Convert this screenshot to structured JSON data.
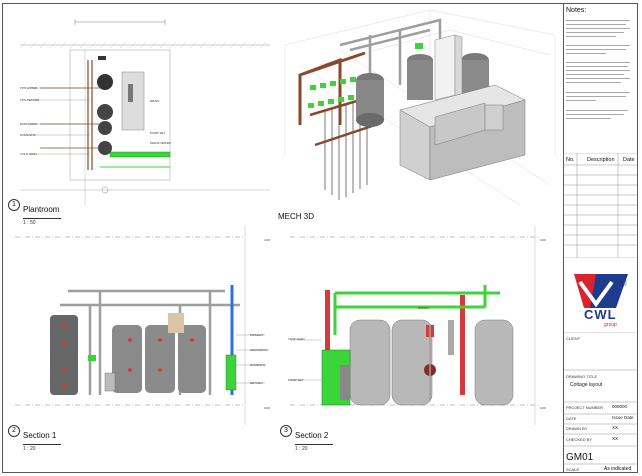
{
  "notes": {
    "title": "Notes:"
  },
  "revision_table": {
    "headers": [
      "No.",
      "Description",
      "Date"
    ]
  },
  "views": [
    {
      "num": "1",
      "name": "Plantroom",
      "scale": "1 : 50"
    },
    {
      "name": "MECH 3D"
    },
    {
      "num": "2",
      "name": "Section 1",
      "scale": "1 : 20"
    },
    {
      "num": "3",
      "name": "Section 2",
      "scale": "1 : 20"
    }
  ],
  "section_marker": "4.00",
  "level_marker": "0.00",
  "plan_labels": [
    "TPS WATER",
    "TPS RETURN",
    "EXPANSION",
    "DOMESTIC",
    "COLD MAIN",
    "DRAIN",
    "PUMP SET",
    "MAINS WATER"
  ],
  "sec1_labels": [
    "PRIMARY",
    "SECONDARY",
    "DOMESTIC",
    "RETURN"
  ],
  "sec2_labels": [
    "TANK FEED",
    "PUMP SET",
    "SUPPLY"
  ],
  "titleblock": {
    "logo_text": "CWL",
    "logo_sub": "group",
    "client_label": "CLIENT",
    "drawing_title_label": "DRAWING TITLE",
    "drawing_title": "Cottage layout",
    "project_label": "PROJECT NUMBER",
    "project_value": "000000",
    "date_label": "DATE",
    "date_value": "Issue Date",
    "drawn_label": "DRAWN BY",
    "drawn_value": "XX",
    "checked_label": "CHECKED BY",
    "checked_value": "XX",
    "sheet_number": "GM01",
    "scale_label": "SCALE",
    "scale_value": "As indicated"
  },
  "colors": {
    "pipe_grey": "#9e9e9e",
    "pipe_green": "#3bd43b",
    "pipe_blue": "#2f6fe0",
    "pipe_red": "#d63a3a",
    "pipe_brown": "#8a4a2a",
    "tank": "#b8b8b8",
    "logo_red": "#d8252d",
    "logo_blue": "#1d3b8f"
  }
}
